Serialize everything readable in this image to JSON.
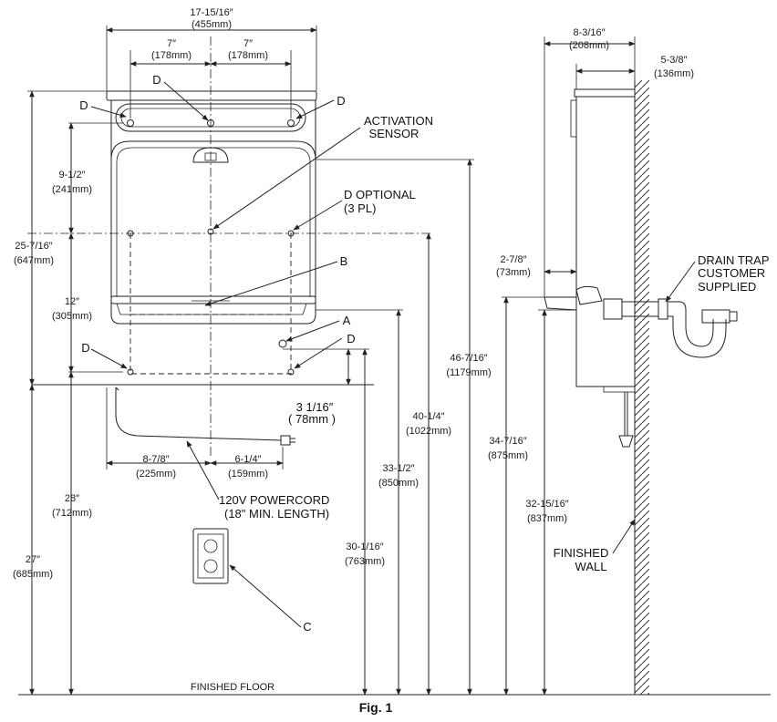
{
  "figure": {
    "caption": "Fig. 1",
    "finished_floor": "FINISHED FLOOR"
  },
  "front_view": {
    "overall_width": {
      "in": "17-15/16″",
      "mm": "(455mm)"
    },
    "left_spacing": {
      "in": "7″",
      "mm": "(178mm)"
    },
    "right_spacing": {
      "in": "7″",
      "mm": "(178mm)"
    },
    "height_25": {
      "in": "25-7/16″",
      "mm": "(647mm)"
    },
    "height_9": {
      "in": "9-1/2″",
      "mm": "(241mm)"
    },
    "height_12": {
      "in": "12″",
      "mm": "(305mm)"
    },
    "height_28": {
      "in": "28″",
      "mm": "(712mm)"
    },
    "height_27": {
      "in": "27″",
      "mm": "(685mm)"
    },
    "height_46": {
      "in": "46-7/16″",
      "mm": "(1179mm)"
    },
    "height_40": {
      "in": "40-1/4″",
      "mm": "(1022mm)"
    },
    "height_33": {
      "in": "33-1/2″",
      "mm": "(850mm)"
    },
    "height_30": {
      "in": "30-1/16″",
      "mm": "(763mm)"
    },
    "offset_3": {
      "in": "3 1/16″",
      "mm": "( 78mm )"
    },
    "width_8": {
      "in": "8-7/8″",
      "mm": "(225mm)"
    },
    "width_6": {
      "in": "6-1/4″",
      "mm": "(159mm)"
    },
    "callouts": {
      "d": "D",
      "a": "A",
      "b": "B",
      "c": "C",
      "activation_1": "ACTIVATION",
      "activation_2": "SENSOR",
      "d_optional_1": "D OPTIONAL",
      "d_optional_2": "(3 PL)",
      "powercord_1": "120V POWERCORD",
      "powercord_2": "(18\" MIN. LENGTH)"
    }
  },
  "side_view": {
    "depth": {
      "in": "8-3/16″",
      "mm": "(208mm)"
    },
    "depth_5": {
      "in": "5-3/8″",
      "mm": "(136mm)"
    },
    "depth_2": {
      "in": "2-7/8″",
      "mm": "(73mm)"
    },
    "height_34": {
      "in": "34-7/16″",
      "mm": "(875mm)"
    },
    "height_32": {
      "in": "32-15/16″",
      "mm": "(837mm)"
    },
    "drain_1": "DRAIN TRAP",
    "drain_2": "CUSTOMER",
    "drain_3": "SUPPLIED",
    "wall_1": "FINISHED",
    "wall_2": "WALL"
  }
}
